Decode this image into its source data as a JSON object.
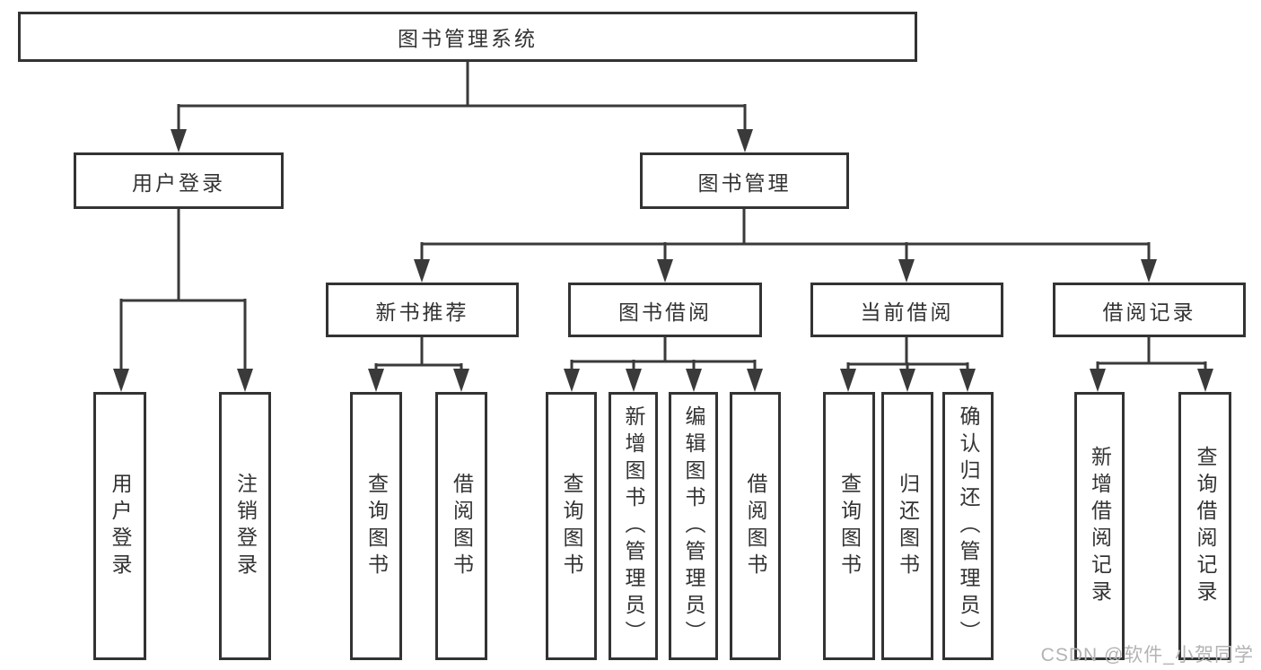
{
  "tree": {
    "label": "图书管理系统",
    "children": [
      {
        "label": "用户登录",
        "children": [
          {
            "label": "用户登录"
          },
          {
            "label": "注销登录"
          }
        ]
      },
      {
        "label": "图书管理",
        "children": [
          {
            "label": "新书推荐",
            "children": [
              {
                "label": "查询图书"
              },
              {
                "label": "借阅图书"
              }
            ]
          },
          {
            "label": "图书借阅",
            "children": [
              {
                "label": "查询图书"
              },
              {
                "label": "新增图书（管理员）"
              },
              {
                "label": "编辑图书（管理员）"
              },
              {
                "label": "借阅图书"
              }
            ]
          },
          {
            "label": "当前借阅",
            "children": [
              {
                "label": "查询图书"
              },
              {
                "label": "归还图书"
              },
              {
                "label": "确认归还（管理员）"
              }
            ]
          },
          {
            "label": "借阅记录",
            "children": [
              {
                "label": "新增借阅记录"
              },
              {
                "label": "查询借阅记录"
              }
            ]
          }
        ]
      }
    ]
  },
  "watermark": {
    "text": "CSDN @软件_小贺同学"
  },
  "colors": {
    "line": "#3a3a3a",
    "box_border": "#333333",
    "text": "#333333",
    "watermark_text": "#b3b3b3",
    "background": "#ffffff"
  }
}
